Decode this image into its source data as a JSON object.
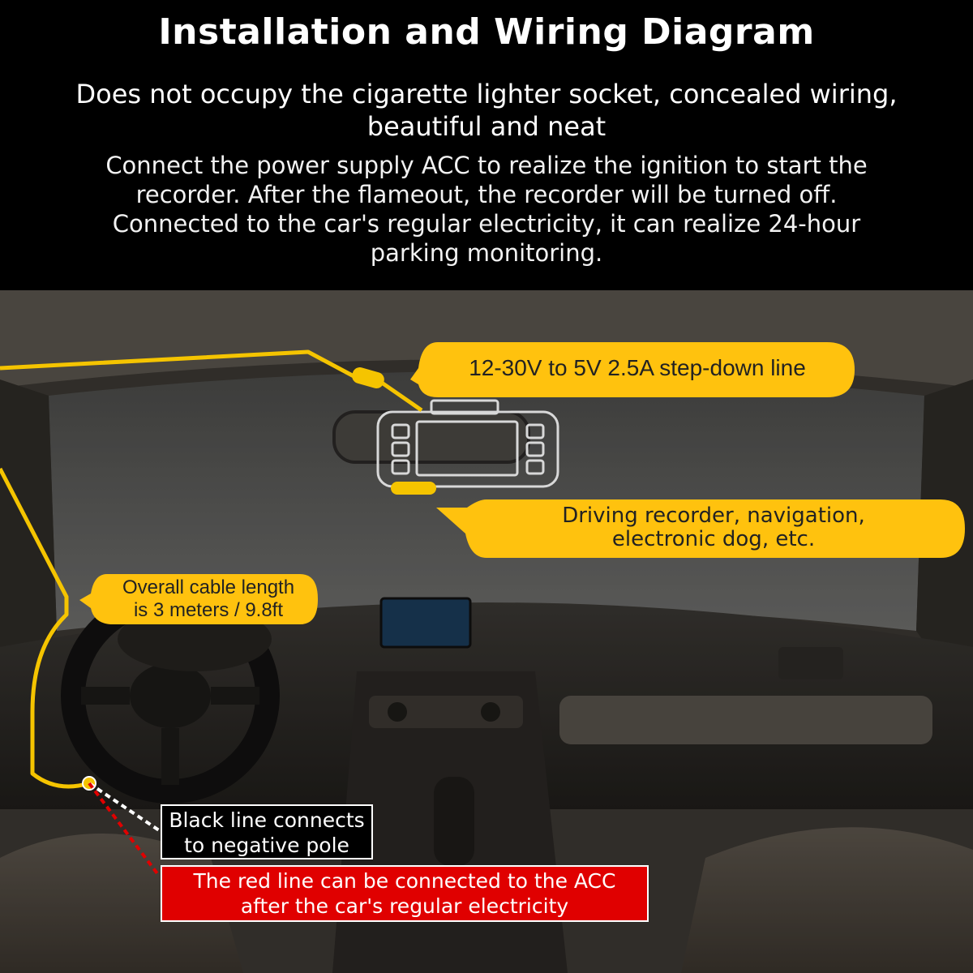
{
  "header": {
    "title": "Installation and Wiring Diagram",
    "subtitle": "Does not occupy the cigarette lighter socket, concealed wiring, beautiful and neat",
    "description": "Connect the power supply ACC to realize the ignition to start the recorder. After the flameout, the recorder will be turned off. Connected to the car's regular electricity, it can realize 24-hour parking monitoring."
  },
  "callouts": {
    "step_down": "12-30V to 5V 2.5A step-down line",
    "device_line1": "Driving recorder, navigation,",
    "device_line2": "electronic dog, etc.",
    "cable_line1": "Overall cable length",
    "cable_line2": "is 3 meters / 9.8ft",
    "black_line1": "Black line connects",
    "black_line2": "to negative pole",
    "red_line1": "The red line can be connected to the ACC",
    "red_line2": "after the car's regular electricity"
  },
  "colors": {
    "callout": "#ffc20e",
    "cable": "#f5c400",
    "red_box": "#e00000",
    "header_bg": "#000000"
  }
}
